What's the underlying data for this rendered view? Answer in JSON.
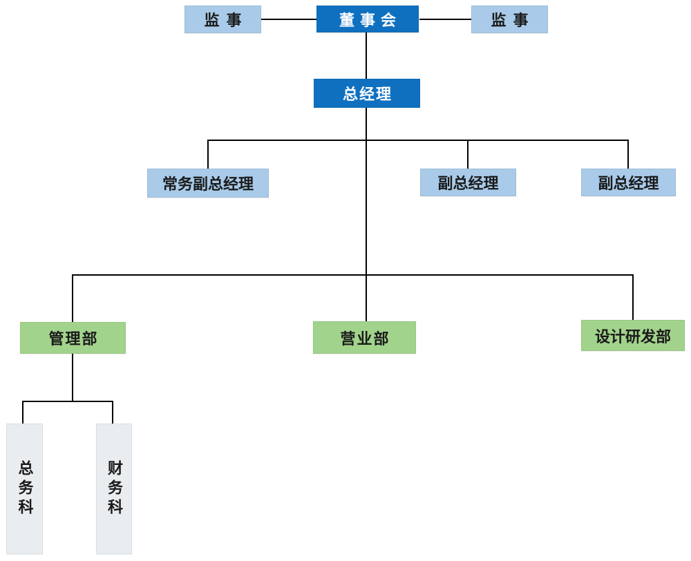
{
  "chart": {
    "type": "org-chart",
    "nodes": {
      "supervisor_left": {
        "label": "监事",
        "level": "top",
        "style": "light-blue"
      },
      "board": {
        "label": "董事会",
        "level": "top",
        "style": "dark-blue"
      },
      "supervisor_right": {
        "label": "监事",
        "level": "top",
        "style": "light-blue"
      },
      "general_manager": {
        "label": "总经理",
        "level": "executive",
        "style": "dark-blue"
      },
      "exec_deputy_gm": {
        "label": "常务副总经理",
        "level": "deputy",
        "style": "light-blue"
      },
      "deputy_gm_1": {
        "label": "副总经理",
        "level": "deputy",
        "style": "light-blue"
      },
      "deputy_gm_2": {
        "label": "副总经理",
        "level": "deputy",
        "style": "light-blue"
      },
      "admin_dept": {
        "label": "管理部",
        "level": "department",
        "style": "green"
      },
      "sales_dept": {
        "label": "营业部",
        "level": "department",
        "style": "green"
      },
      "design_rd_dept": {
        "label": "设计研发部",
        "level": "department",
        "style": "green"
      },
      "general_affairs": {
        "label": "总务科",
        "level": "section",
        "style": "gray-vertical"
      },
      "finance_section": {
        "label": "财务科",
        "level": "section",
        "style": "gray-vertical"
      }
    },
    "hierarchy": {
      "board": [
        "supervisor_left",
        "supervisor_right",
        "general_manager"
      ],
      "general_manager": [
        "exec_deputy_gm",
        "deputy_gm_1",
        "deputy_gm_2",
        "admin_dept",
        "sales_dept",
        "design_rd_dept"
      ],
      "admin_dept": [
        "general_affairs",
        "finance_section"
      ]
    },
    "colors": {
      "primary": "#0f70c0",
      "secondary": "#a9cbe9",
      "department": "#a2d38c",
      "section": "#e9edf0",
      "line": "#000000",
      "text_dark": "#1a1a1a",
      "text_light": "#ffffff"
    }
  }
}
